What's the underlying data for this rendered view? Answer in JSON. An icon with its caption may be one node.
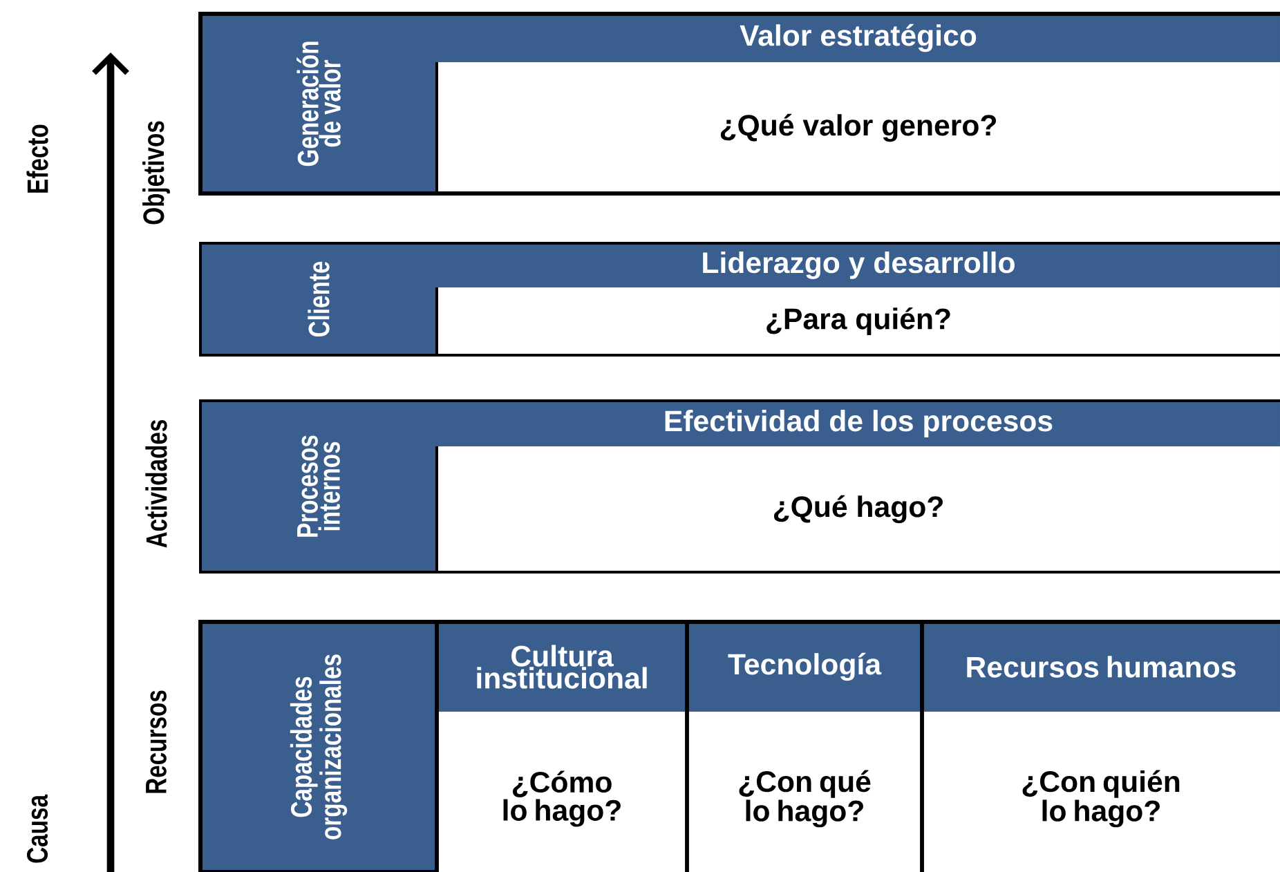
{
  "diagram": {
    "nodes": [
      {
        "text": [
          "Generación de valor",
          "Valor estratégico",
          "¿Qué valor genero?"
        ]
      },
      {
        "text": [
          "Cliente",
          "Liderazgo y desarrollo",
          "¿Para quién?"
        ]
      },
      {
        "text": [
          "Procesos internos",
          "Efectividad de los procesos",
          "¿Qué hago?"
        ]
      },
      {
        "text": [
          "Capacidades organizacionales"
        ]
      },
      {
        "text": [
          "Cultura institucional",
          "¿Cómo lo hago?"
        ],
        "in": 3
      },
      {
        "text": [
          "Tecnología",
          "¿Con qué lo hago?"
        ],
        "in": 3
      },
      {
        "text": [
          "Recursos humanos",
          "¿Con quién lo hago?"
        ],
        "in": 3
      }
    ],
    "labels": [
      "Efecto",
      "Objetivos",
      "Actividades",
      "Recursos",
      "Causa"
    ]
  }
}
